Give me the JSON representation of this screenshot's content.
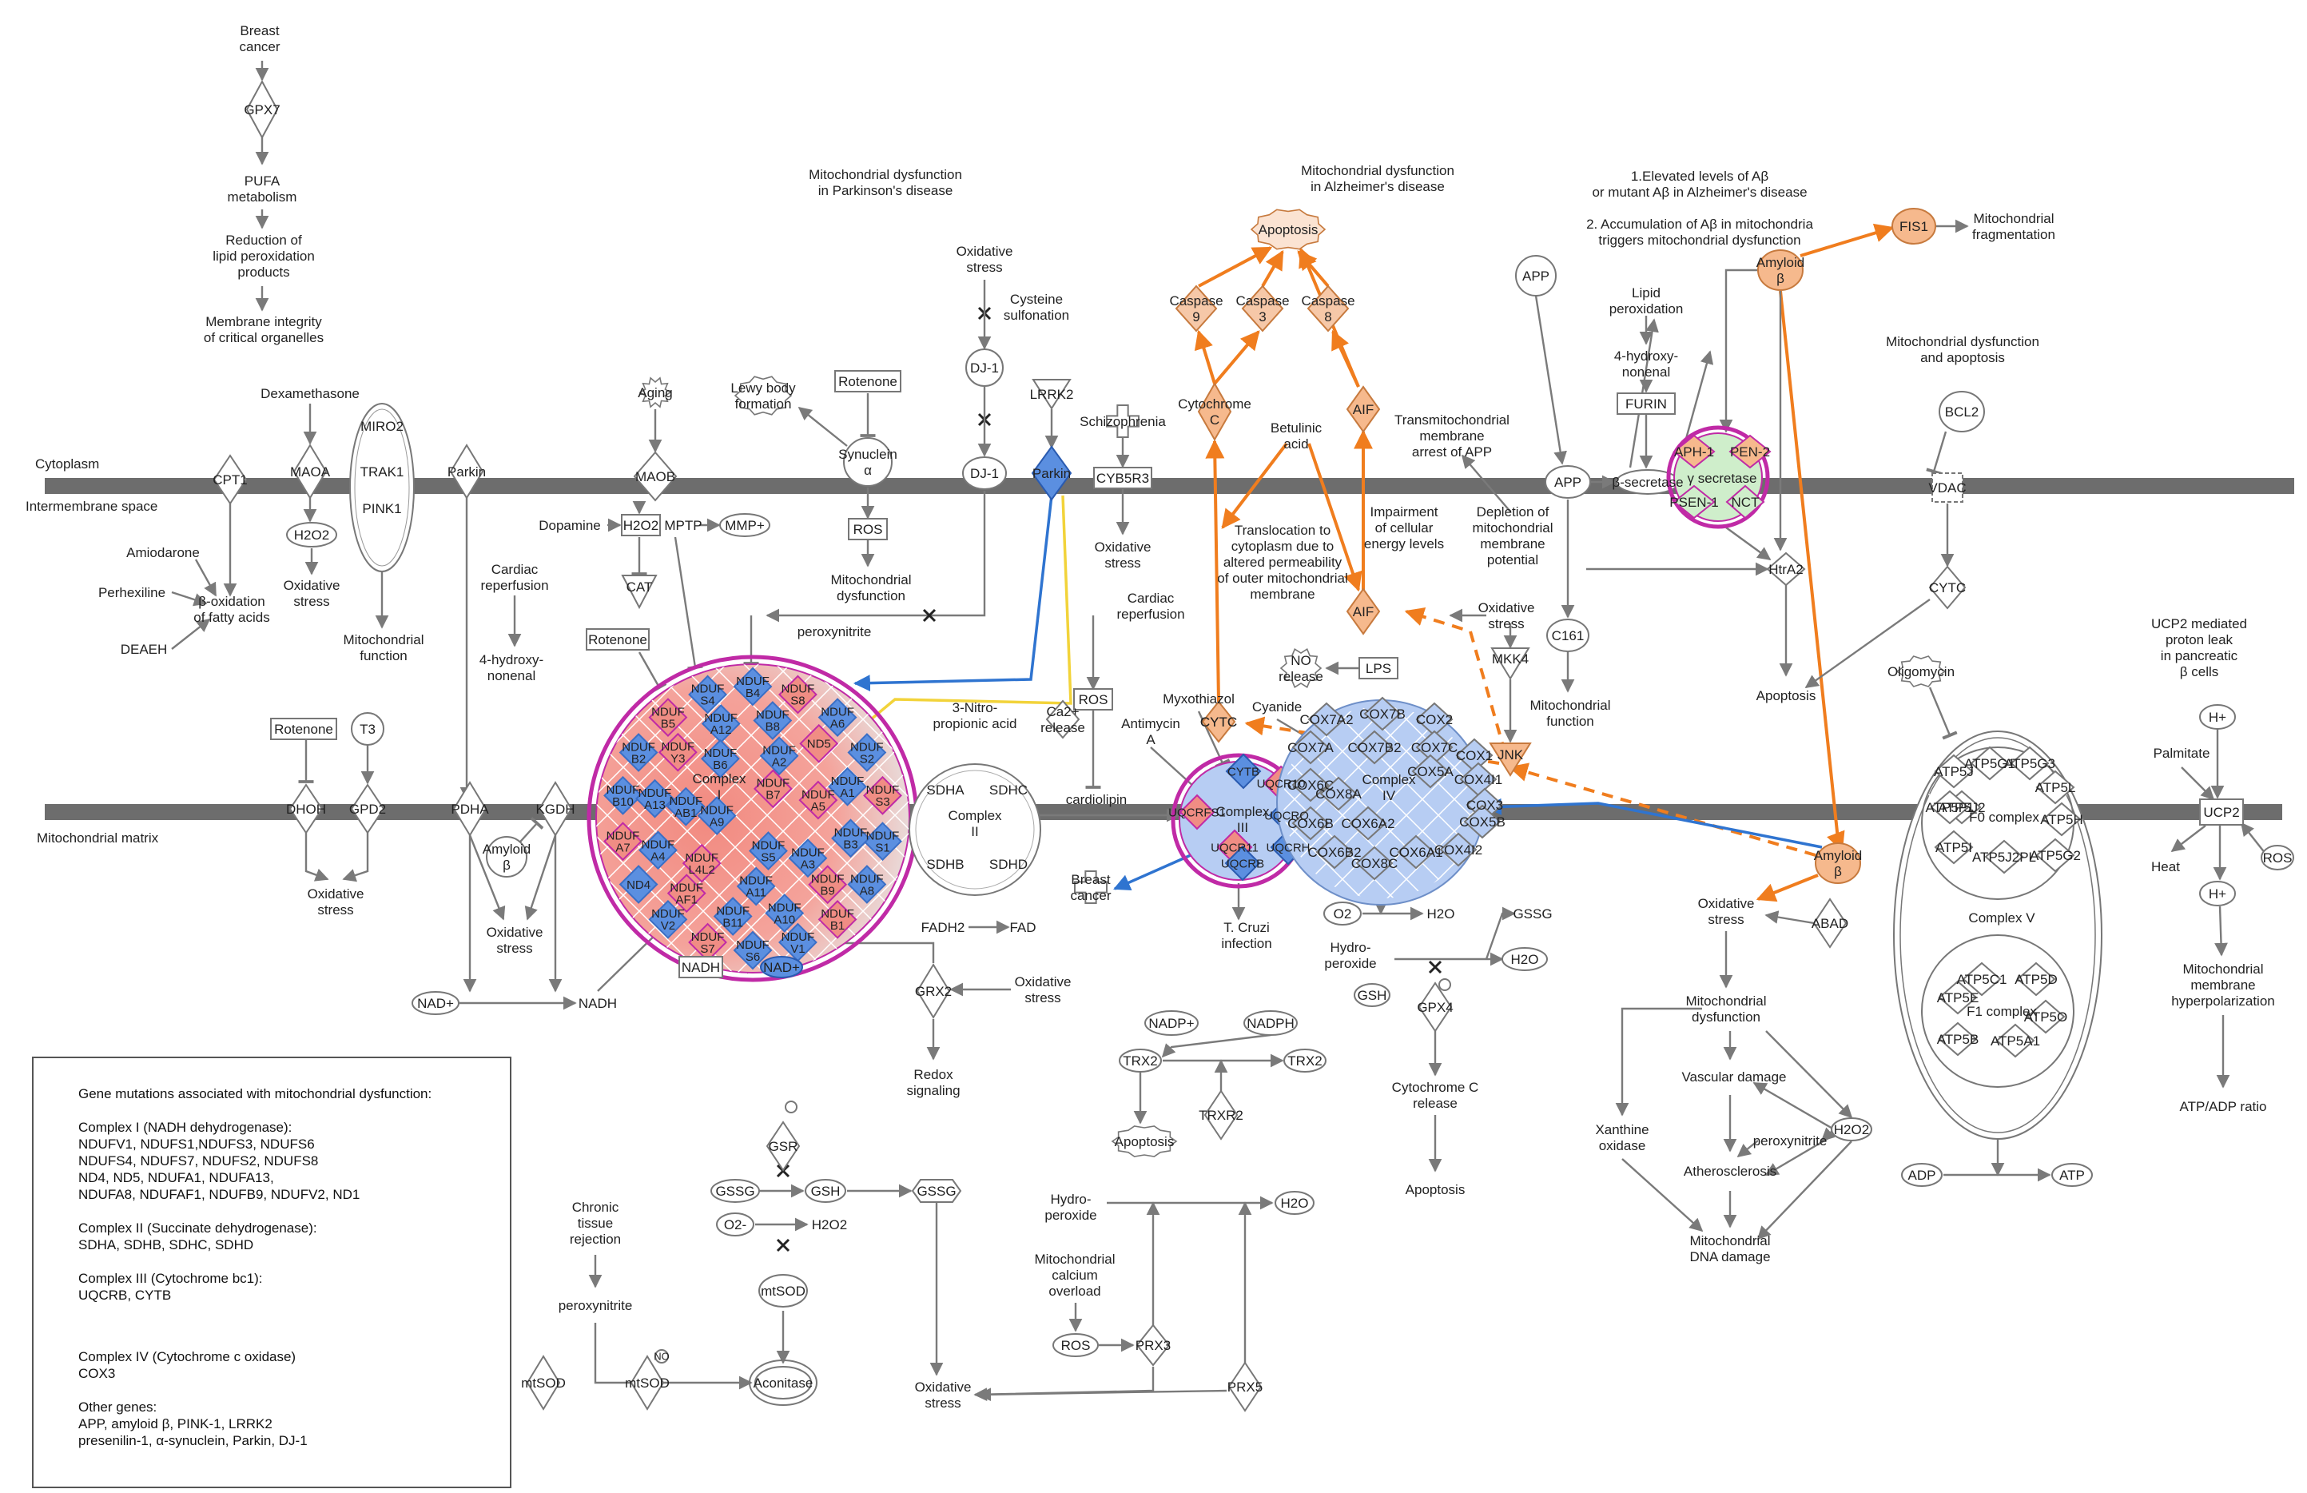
{
  "compartments": {
    "cytoplasm": "Cytoplasm",
    "intermembrane": "Intermembrane space",
    "matrix": "Mitochondrial matrix"
  },
  "titles": {
    "parkinson": "Mitochondrial dysfunction\nin Parkinson's disease",
    "alzheimer": "Mitochondrial dysfunction\nin Alzheimer's disease",
    "abeta": "1.Elevated levels of Aβ\nor mutant Aβ in Alzheimer's disease\n\n2. Accumulation of Aβ in mitochondria\ntriggers mitochondrial dysfunction",
    "apoptosis": "Mitochondrial dysfunction\nand apoptosis",
    "ucp2": "UCP2 mediated\nproton leak\nin pancreatic\nβ cells"
  },
  "nodes": {
    "breast_cancer_top": "Breast\ncancer",
    "gpx7": "GPX7",
    "pufa": "PUFA\nmetabolism",
    "reduction": "Reduction of\nlipid peroxidation\nproducts",
    "membrane_integrity": "Membrane integrity\nof critical organelles",
    "dexamethasone": "Dexamethasone",
    "maoa": "MAOA",
    "h2o2_a": "H2O2",
    "ox_stress_a": "Oxidative\nstress",
    "cpt1": "CPT1",
    "amiodarone": "Amiodarone",
    "perhexiline": "Perhexiline",
    "deaeh": "DEAEH",
    "beta_ox": "β-oxidation\nof fatty acids",
    "miro2": "MIRO2",
    "trak1": "TRAK1",
    "pink1": "PINK1",
    "mito_function_a": "Mitochondrial\nfunction",
    "parkin_a": "Parkin",
    "aging": "Aging",
    "maob": "MAOB",
    "dopamine": "Dopamine",
    "h2o2_b": "H2O2",
    "mptp": "MPTP",
    "mmp": "MMP+",
    "cat": "CAT",
    "cardiac_rep_a": "Cardiac\nreperfusion",
    "hydroxy_a": "4-hydroxy-\nnonenal",
    "rotenone_a": "Rotenone",
    "lewy": "Lewy body\nformation",
    "rotenone_b": "Rotenone",
    "synuclein": "Synuclein\nα",
    "ros_a": "ROS",
    "mito_dysf_a": "Mitochondrial\ndysfunction",
    "ox_stress_b": "Oxidative\nstress",
    "dj1_a": "DJ-1",
    "dj1_b": "DJ-1",
    "cysteine": "Cysteine\nsulfonation",
    "lrrk2": "LRRK2",
    "parkin_b": "Parkin",
    "schizophrenia": "Schizophrenia",
    "cyb5r3": "CYB5R3",
    "ox_stress_c": "Oxidative\nstress",
    "peroxynitrite_a": "peroxynitrite",
    "complex1": "Complex\nI",
    "rotenone_c": "Rotenone",
    "t3": "T3",
    "dhoh": "DHOH",
    "gpd2": "GPD2",
    "ox_stress_d": "Oxidative\nstress",
    "pdha": "PDHA",
    "kgdh": "KGDH",
    "amyloid_a": "Amyloid\nβ",
    "ox_stress_e": "Oxidative\nstress",
    "nad_a": "NAD+",
    "nadh_a": "NADH",
    "nadh_b": "NADH",
    "nad_b": "NAD+",
    "nitro": "3-Nitro-\npropionic acid",
    "ca2": "Ca2+\nrelease",
    "ros_b": "ROS",
    "cardiac_rep_b": "Cardiac\nreperfusion",
    "complex2": "Complex\nII",
    "sdha": "SDHA",
    "sdhb": "SDHB",
    "sdhc": "SDHC",
    "sdhd": "SDHD",
    "fadh2": "FADH2",
    "fad": "FAD",
    "cardiolipin": "cardiolipin",
    "myxothiazol": "Myxothiazol",
    "antimycin": "Antimycin\nA",
    "cytb": "CYTB",
    "uqcr10": "UQCR10",
    "uqcrfs1": "UQCRFS1",
    "uqcrq": "UQCRQ",
    "uqcrh": "UQCRH",
    "uqcr11": "UQCR11",
    "complex3": "Complex\nIII",
    "uqcrb": "UQCRB",
    "breast_cancer_b": "Breast\ncancer",
    "tcruzi": "T. Cruzi\ninfection",
    "grx2": "GRX2",
    "ox_stress_f": "Oxidative\nstress",
    "redox": "Redox\nsignaling",
    "cytc_a": "CYTC",
    "cyanide": "Cyanide",
    "no": "NO\nrelease",
    "lps": "LPS",
    "complex4": "Complex\nIV",
    "o2_a": "O2",
    "h2o_a": "H2O",
    "gssg_a": "GSSG",
    "hydroperoxide_a": "Hydro-\nperoxide",
    "h2o_b": "H2O",
    "gsh_a": "GSH",
    "gpx4": "GPX4",
    "cytc_release": "Cytochrome C\nrelease",
    "apoptosis_a": "Apoptosis",
    "apoptosis_top": "Apoptosis",
    "caspase9": "Caspase\n9",
    "caspase3": "Caspase\n3",
    "caspase8": "Caspase\n8",
    "cytochrome_c": "Cytochrome\nC",
    "betulinic": "Betulinic\nacid",
    "aif_a": "AIF",
    "aif_b": "AIF",
    "translocation": "Translocation to\ncytoplasm due to\naltered permeability\nof outer mitochondrial\nmembrane",
    "transmito": "Transmitochondrial\nmembrane\narrest of APP",
    "impairment": "Impairment\nof cellular\nenergy levels",
    "depletion": "Depletion of\nmitochondrial\nmembrane\npotential",
    "ox_stress_g": "Oxidative\nstress",
    "mkk4": "MKK4",
    "jnk": "JNK",
    "app_a": "APP",
    "app_b": "APP",
    "lipid_perox": "Lipid\nperoxidation",
    "hydroxy_b": "4-hydroxy-\nnonenal",
    "furin": "FURIN",
    "b_secretase": "β-secretase",
    "aph1": "APH-1",
    "pen2": "PEN-2",
    "psen1": "PSEN-1",
    "nct": "NCT",
    "gsecretase": "γ secretase",
    "c161": "C161",
    "mito_function_b": "Mitochondrial\nfunction",
    "htra2": "HtrA2",
    "amyloid_top": "Amyloid\nβ",
    "fis1": "FIS1",
    "mito_frag": "Mitochondrial\nfragmentation",
    "amyloid_b": "Amyloid\nβ",
    "ox_stress_h": "Oxidative\nstress",
    "abad": "ABAD",
    "apoptosis_b": "Apoptosis",
    "bcl2": "BCL2",
    "vdac": "VDAC",
    "cytc_b": "CYTC",
    "oligomycin": "Oligomycin",
    "f0complex": "F0 complex",
    "complex5": "Complex V",
    "f1complex": "F1 complex",
    "adp": "ADP",
    "atp_a": "ATP",
    "mito_dysf_b": "Mitochondrial\ndysfunction",
    "vascular": "Vascular damage",
    "peroxynitrite_b": "peroxynitrite",
    "xanthine": "Xanthine\noxidase",
    "athero": "Atherosclerosis",
    "h2o2_c": "H2O2",
    "mito_dna": "Mitochondrial\nDNA damage",
    "hplus_a": "H+",
    "palmitate": "Palmitate",
    "ucp2": "UCP2",
    "heat": "Heat",
    "ros_c": "ROS",
    "hplus_b": "H+",
    "hyperpol": "Mitochondrial\nmembrane\nhyperpolarization",
    "atp_ratio": "ATP/ADP ratio",
    "nadp": "NADP+",
    "nadph": "NADPH",
    "trx2_a": "TRX2",
    "trx2_b": "TRX2",
    "trxr2": "TRXR2",
    "apoptosis_c": "Apoptosis",
    "gsr": "GSR",
    "gssg_b": "GSSG",
    "gsh_b": "GSH",
    "gssg_c": "GSSG",
    "o2_b": "O2-",
    "h2o2_d": "H2O2",
    "mtsod_a": "mtSOD",
    "aconitase": "Aconitase",
    "mtsod_b": "mtSOD",
    "mtsod_c": "mtSOD",
    "no_b": "NO",
    "chronic": "Chronic\ntissue\nrejection",
    "peroxynitrite_c": "peroxynitrite",
    "hydroperoxide_b": "Hydro-\nperoxide",
    "h2o_c": "H2O",
    "mito_calcium": "Mitochondrial\ncalcium\noverload",
    "ros_d": "ROS",
    "prx3": "PRX3",
    "prx5": "PRX5",
    "ox_stress_i": "Oxidative\nstress"
  },
  "complex1_genes": [
    "NDUF\nB4",
    "NDUF\nS8",
    "NDUF\nA6",
    "NDUF\nS2",
    "NDUF\nS3",
    "NDUF\nS1",
    "NDUF\nA8",
    "NDUF\nB1",
    "NDUF\nV1",
    "NDUF\nS6",
    "NDUF\nS7",
    "NDUF\nV2",
    "ND4",
    "NDUF\nA7",
    "NDUF\nB10",
    "NDUF\nB2",
    "NDUF\nB5",
    "NDUF\nS4",
    "NDUF\nB8",
    "ND5",
    "NDUF\nA1",
    "NDUF\nB3",
    "NDUF\nB9",
    "NDUF\nA10",
    "NDUF\nB11",
    "NDUF\nAF1",
    "NDUF\nA4",
    "NDUF\nA13",
    "NDUF\nY3",
    "NDUF\nA12",
    "NDUF\nA2",
    "NDUF\nA5",
    "NDUF\nA3",
    "NDUF\nA11",
    "NDUF\nL4L2",
    "NDUF\nAB1",
    "NDUF\nB6",
    "NDUF\nB7",
    "NDUF\nS5",
    "NDUF\nA9"
  ],
  "complex4_genes": [
    "COX7A2",
    "COX7B",
    "COX2",
    "COX7A",
    "COX7B2",
    "COX7C",
    "COX1",
    "COX5A",
    "COX4I1",
    "COX6C",
    "COX8A",
    "COX3",
    "COX6B",
    "COX6A2",
    "COX5B",
    "COX6B2",
    "COX6A1",
    "COX8C",
    "COX4I2"
  ],
  "f0_genes": [
    "ATP5J",
    "ATP5G1",
    "ATP5G3",
    "ATP5J2",
    "ATP5L",
    "ATP5F1",
    "ATP5H",
    "ATP5I",
    "ATP5J2PL",
    "ATP5G2"
  ],
  "f1_genes": [
    "ATP5C1",
    "ATP5D",
    "ATP5E",
    "ATP5O",
    "ATP5B",
    "ATP5A1"
  ],
  "legend": {
    "heading": "Gene mutations associated with mitochondrial dysfunction:",
    "sections": [
      "Complex I (NADH dehydrogenase):\nNDUFV1, NDUFS1,NDUFS3, NDUFS6\nNDUFS4, NDUFS7, NDUFS2, NDUFS8\nND4, ND5, NDUFA1, NDUFA13,\nNDUFA8, NDUFAF1, NDUFB9,  NDUFV2, ND1",
      "Complex II (Succinate dehydrogenase):\nSDHA, SDHB, SDHC, SDHD",
      "Complex III (Cytochrome bc1):\nUQCRB, CYTB",
      "Complex IV (Cytochrome c oxidase)\nCOX3",
      "Other genes:\nAPP, amyloid β, PINK-1, LRRK2\npresenilin-1, α-synuclein, Parkin, DJ-1"
    ]
  },
  "colors": {
    "membrane": "#6d6d6d",
    "orange": "#f07d1e",
    "orange_fill": "#f6b98d",
    "blue": "#2f74d0",
    "blue_fill": "#5b8fe0",
    "light_blue": "#b7cdf3",
    "magenta": "#c02aa6",
    "salmon": "#f08d84",
    "green_fill": "#cfeecb"
  }
}
